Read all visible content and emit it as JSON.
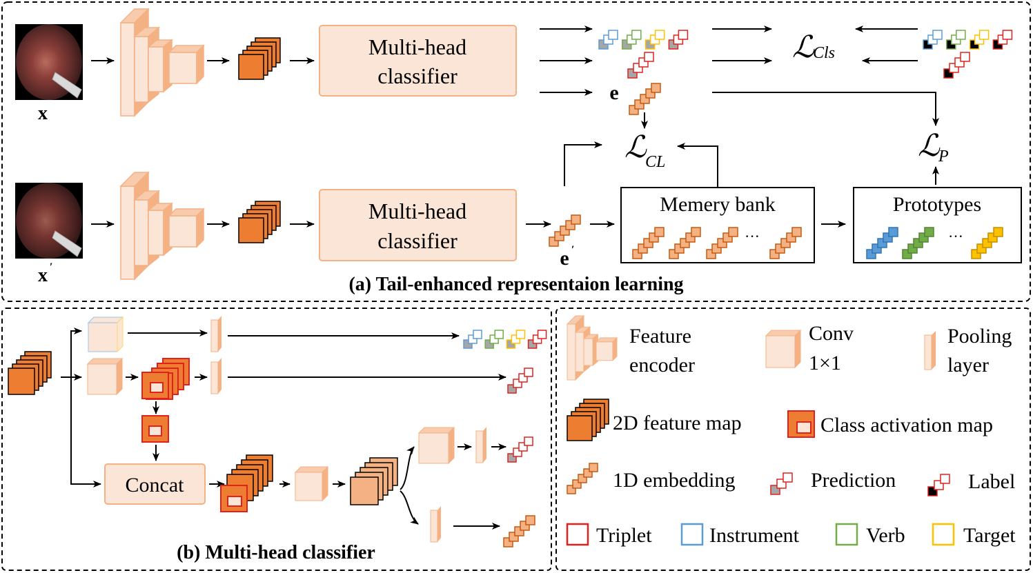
{
  "panel_a": {
    "caption": "(a) Tail-enhanced representaion learning",
    "input_x": "x",
    "input_x_prime": "x",
    "input_x_prime_mark": "′",
    "classifier_top": [
      "Multi-head",
      "classifier"
    ],
    "classifier_bottom": [
      "Multi-head",
      "classifier"
    ],
    "embedding_e": "e",
    "embedding_e_prime": "e",
    "embedding_e_prime_mark": "′",
    "loss_cls": {
      "main": "ℒ",
      "sub": "Cls"
    },
    "loss_cl": {
      "main": "ℒ",
      "sub": "CL"
    },
    "loss_p": {
      "main": "ℒ",
      "sub": "P"
    },
    "memory_bank": "Memery bank",
    "memory_ellipsis": "···",
    "prototypes": "Prototypes",
    "prototypes_ellipsis": "···"
  },
  "panel_b": {
    "caption": "(b) Multi-head classifier",
    "concat": "Concat"
  },
  "legend": {
    "feature_encoder": [
      "Feature",
      "encoder"
    ],
    "conv": [
      "Conv",
      "1×1"
    ],
    "pooling": [
      "Pooling",
      "layer"
    ],
    "feature_map": "2D feature map",
    "cam": "Class activation map",
    "embedding": "1D embedding",
    "prediction": "Prediction",
    "label": "Label",
    "triplet": "Triplet",
    "instrument": "Instrument",
    "verb": "Verb",
    "target": "Target"
  },
  "colors": {
    "triplet": "#e0211d",
    "instrument": "#5b9bd5",
    "verb": "#70ad47",
    "target": "#ffc000",
    "feature_map": "#ed7d31",
    "light_block": "#fbe5d6",
    "light_border": "#f4b183",
    "embedding": "#f4b183",
    "prediction_gray": "#a6a6a6",
    "label_black": "#000000"
  }
}
